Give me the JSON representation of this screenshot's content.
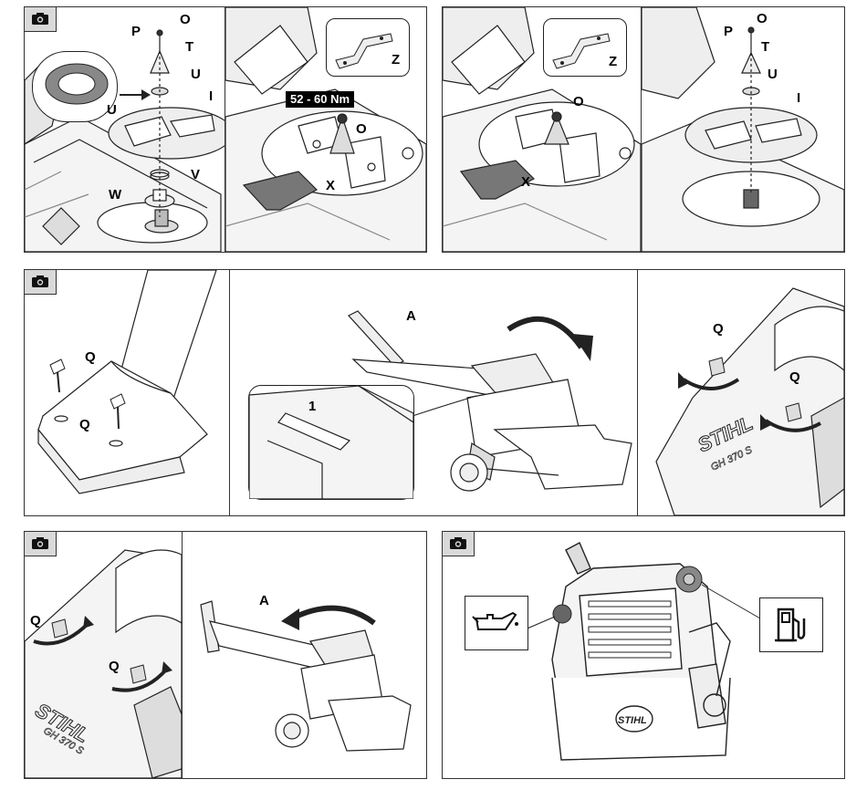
{
  "colors": {
    "line": "#222222",
    "fill": "#f4f4f4",
    "shade": "#d9d9d9",
    "dark": "#555555"
  },
  "icons": [
    "camera-icon",
    "oil-can-icon",
    "fuel-pump-icon",
    "rotation-arrow-icon"
  ],
  "panel1": {
    "left": {
      "labels": {
        "p": "P",
        "o": "O",
        "t": "T",
        "u1": "U",
        "u2": "U",
        "i": "I",
        "v": "V",
        "w": "W"
      }
    },
    "right": {
      "torque": "52 - 60 Nm",
      "labels": {
        "z": "Z",
        "o": "O",
        "x": "X"
      }
    }
  },
  "panel2": {
    "left": {
      "labels": {
        "o": "O",
        "z": "Z",
        "x": "X"
      }
    },
    "right": {
      "labels": {
        "p": "P",
        "o": "O",
        "t": "T",
        "u": "U",
        "i": "I"
      }
    }
  },
  "panel3": {
    "a": {
      "labels": {
        "q1": "Q",
        "q2": "Q"
      }
    },
    "b": {
      "labels": {
        "a": "A",
        "one": "1"
      }
    },
    "c": {
      "labels": {
        "q1": "Q",
        "q2": "Q"
      },
      "brand": "STIHL",
      "model": "GH 370 S"
    }
  },
  "panel4": {
    "a": {
      "labels": {
        "q1": "Q",
        "q2": "Q"
      },
      "brand": "STIHL",
      "model": "GH 370 S"
    },
    "b": {
      "labels": {
        "a": "A"
      }
    }
  },
  "panel5": {
    "brand": "STIHL"
  }
}
